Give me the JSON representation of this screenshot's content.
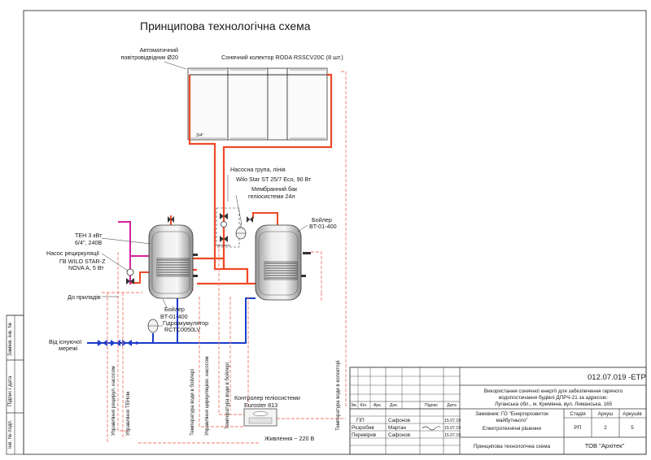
{
  "title": "Принципова технологічна схема",
  "labels": {
    "air_vent": [
      "Автоматичний",
      "повітровідвідник Ø20"
    ],
    "collector": "Сонячний колектор RODA RSSCV20C (8 шт.)",
    "collector_pipe": "3/4\"",
    "pump_group": [
      "Насосна група, лінія",
      "Wilo Star ST 25/7 Eco, 90 Вт"
    ],
    "membrane_tank": [
      "Мембранний бак",
      "геліосистеми 24л"
    ],
    "boiler_right": [
      "Бойлер",
      "BT-01-400"
    ],
    "boiler_left": [
      "Бойлер",
      "BT-01-400"
    ],
    "heater": [
      "ТЕН 3 кВт",
      "6/4\", 240В"
    ],
    "recirc_pump": [
      "Насос рециркуляції",
      "ГВ WILO STAR-Z",
      "NOVA A, 5 Вт"
    ],
    "to_devices": "До приладів",
    "hydro_accumulator": [
      "Гідроакумулятор",
      "RCTC0050LV"
    ],
    "from_network": [
      "Від існуючої",
      "мережі"
    ],
    "controller": [
      "Контролер геліосистеми",
      "Euroster 813"
    ],
    "power": "Живлення ~ 220 В",
    "vertical": [
      "Управління рецирул. насосом",
      "Управління ТЕНом",
      "Температура води в бойлері",
      "Управління циркуляцією. насосом",
      "Температура води в бойлері",
      "Температура води в колекторі"
    ]
  },
  "side_stamp": [
    "Інв. № подп.",
    "Підпис і дата",
    "Замінв. інв. №"
  ],
  "title_block": {
    "code": "012.07.019 -ЕТР",
    "description": [
      "Використання сонячної енергії для забезпечення гарячого",
      "водопостачання будівлі ДПРЧ-21 за адресою:",
      "Луганська обл., м. Кремінна, вул. Лиманська, 165"
    ],
    "client": [
      "Замовник: ГО \"Енергорозвиток",
      "майбутнього\""
    ],
    "section": "Електротехнічні рішення",
    "headers": [
      "Зм.",
      "Кіл.",
      "Арк.",
      "Док.",
      "Підпис",
      "Дата"
    ],
    "rows": [
      {
        "role": "ГІП",
        "name": "Сафонов",
        "date": "15.07.19"
      },
      {
        "role": "Розробив",
        "name": "Мартан",
        "date": "15.07.19"
      },
      {
        "role": "Перевірив",
        "name": "Сафонов",
        "date": "15.07.19"
      }
    ],
    "stage_headers": [
      "Стадія",
      "Аркуш",
      "Аркушів"
    ],
    "stage_values": [
      "РП",
      "2",
      "5"
    ],
    "sheet_title": "Принципова технологічна схема",
    "company": "ТОВ \"Архітек\""
  },
  "colors": {
    "hot": "#ee4a26",
    "cold": "#1b3ccc",
    "recirc": "#d4249c",
    "dashed": "#f07a6a",
    "line": "#333333"
  }
}
